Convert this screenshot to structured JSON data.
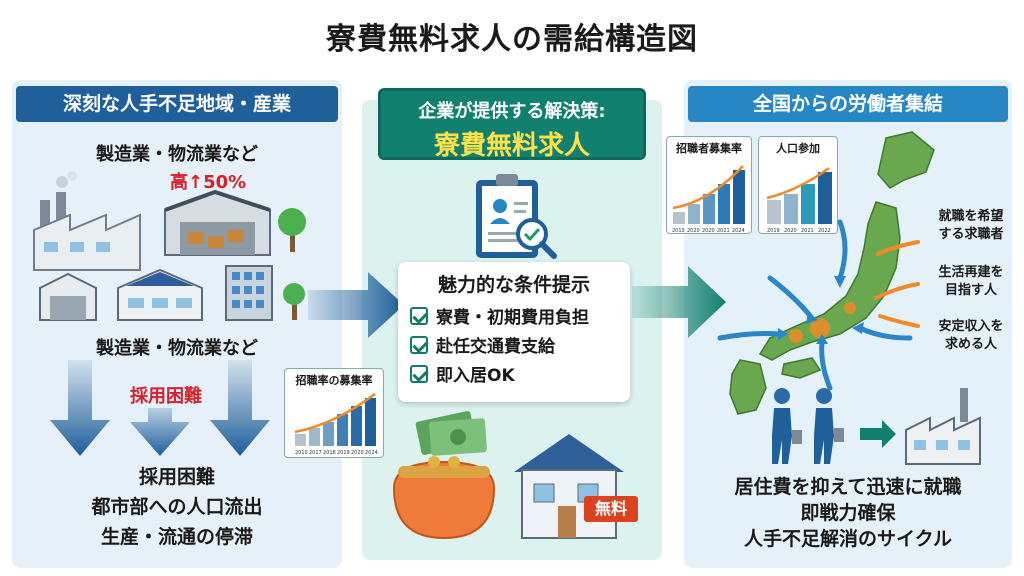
{
  "title": "寮費無料求人の需給構造図",
  "left": {
    "header": "深刻な人手不足地域・産業",
    "industry_top": "製造業・物流業など",
    "rate_label": "高↑50%",
    "industry_bottom": "製造業・物流業など",
    "hiring_difficulty": "採用困難",
    "bottom_lines": [
      "採用困難",
      "都市部への人口流出",
      "生産・流通の停滞"
    ]
  },
  "middle": {
    "header_line1": "企業が提供する解決策:",
    "header_line2": "寮費無料求人",
    "conditions_title": "魅力的な条件提示",
    "conditions": [
      "寮費・初期費用負担",
      "赴任交通費支給",
      "即入居OK"
    ],
    "small_chart_title": "招職率の募集率",
    "small_chart_ticks": [
      "2010",
      "2017",
      "2018",
      "2019",
      "2020",
      "2024"
    ],
    "free_sign": "無料"
  },
  "right": {
    "header": "全国からの労働者集結",
    "chart1_title": "招職者募集率",
    "chart1_ticks": [
      "2013",
      "2020",
      "2020",
      "2021",
      "2024"
    ],
    "chart2_title": "人口参加",
    "chart2_ticks": [
      "2019",
      "2020",
      "2021",
      "2022"
    ],
    "motivations": [
      [
        "就職を希望",
        "する求職者"
      ],
      [
        "生活再建を",
        "目指す人"
      ],
      [
        "安定収入を",
        "求める人"
      ]
    ],
    "bottom_lines": [
      "居住費を抑えて迅速に就職",
      "即戦力確保",
      "人手不足解消のサイクル"
    ]
  },
  "colors": {
    "dark_blue": "#1f5f9a",
    "teal": "#12806f",
    "light_blue": "#2687c4",
    "accent_red": "#d8202a",
    "accent_orange": "#f08a24",
    "highlight_yellow": "#ffe14a"
  },
  "icons": [
    "factory-icon",
    "warehouse-icon",
    "tree-icon",
    "building-icon",
    "down-arrow-icon",
    "clipboard-profile-icon",
    "magnifier-check-icon",
    "checkbox-icon",
    "money-icon",
    "coin-purse-icon",
    "house-icon",
    "japan-map-icon",
    "worker-icon",
    "right-arrow-icon",
    "bar-chart-icon"
  ]
}
